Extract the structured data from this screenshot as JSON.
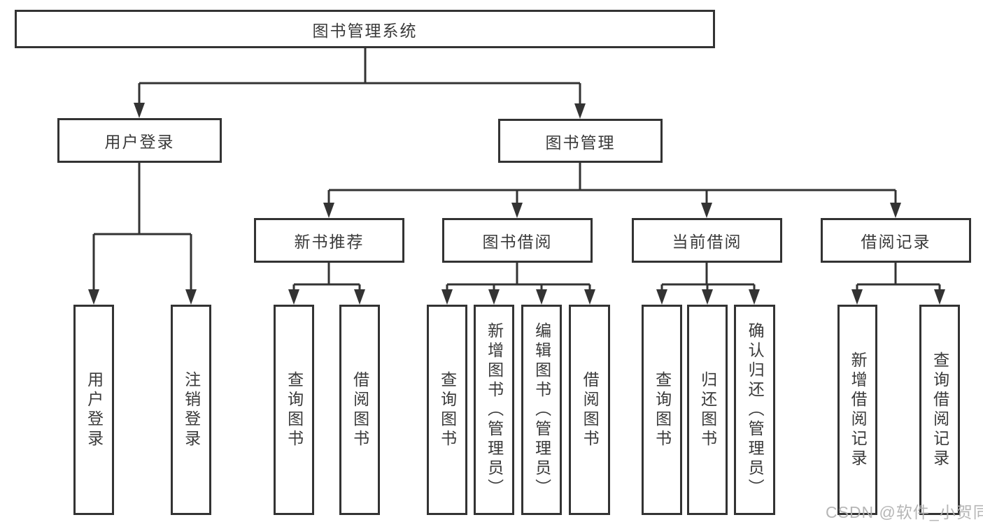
{
  "diagram": {
    "root": {
      "label": "图书管理系统"
    },
    "level2": [
      "用户登录",
      "图书管理"
    ],
    "level3": [
      "新书推荐",
      "图书借阅",
      "当前借阅",
      "借阅记录"
    ],
    "leaves": {
      "user_login_children": [
        "用户登录",
        "注销登录"
      ],
      "new_book_children": [
        "查询图书",
        "借阅图书"
      ],
      "book_borrow_children": [
        "查询图书",
        "新增图书（管理员）",
        "编辑图书（管理员）",
        "借阅图书"
      ],
      "current_borrow_children": [
        "查询图书",
        "归还图书",
        "确认归还（管理员）"
      ],
      "borrow_record_children": [
        "新增借阅记录",
        "查询借阅记录"
      ]
    }
  },
  "watermark": "CSDN @软件_小贺同学",
  "colors": {
    "line": "#333333",
    "text": "#3a3a3a",
    "watermark": "#b0b0b0"
  }
}
